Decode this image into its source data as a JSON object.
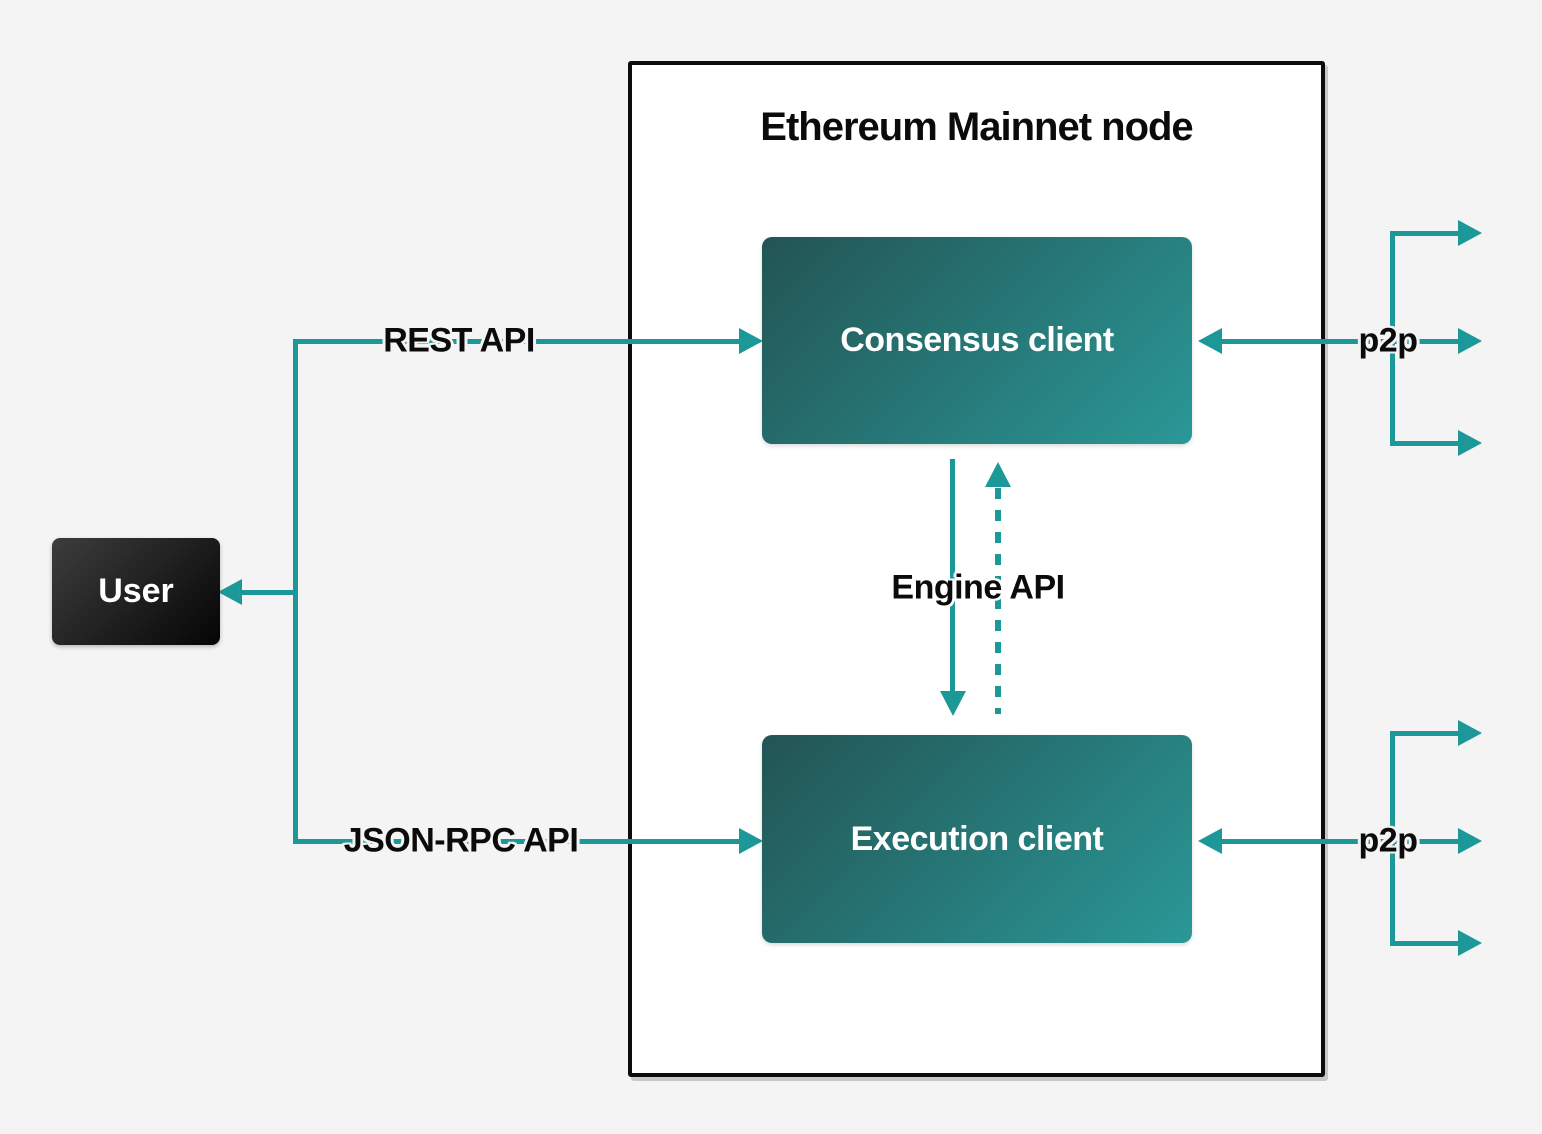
{
  "colors": {
    "background": "#f4f4f5",
    "teal": "#1d9898",
    "node_bg": "#ffffff",
    "node_border": "#0c0c0c",
    "client_grad_start": "#235454",
    "client_grad_end": "#2a9897",
    "user_grad_start": "#3d3d3d",
    "user_grad_end": "#050505",
    "text_dark": "#0b0b0b",
    "text_light": "#ffffff"
  },
  "diagram": {
    "title": "Ethereum Mainnet node",
    "nodes": {
      "user": {
        "label": "User"
      },
      "consensus": {
        "label": "Consensus client"
      },
      "execution": {
        "label": "Execution client"
      }
    },
    "edges": {
      "rest": {
        "label": "REST API"
      },
      "jsonrpc": {
        "label": "JSON-RPC API"
      },
      "engine": {
        "label": "Engine API"
      },
      "p2p_consensus": {
        "label": "p2p"
      },
      "p2p_execution": {
        "label": "p2p"
      }
    }
  }
}
